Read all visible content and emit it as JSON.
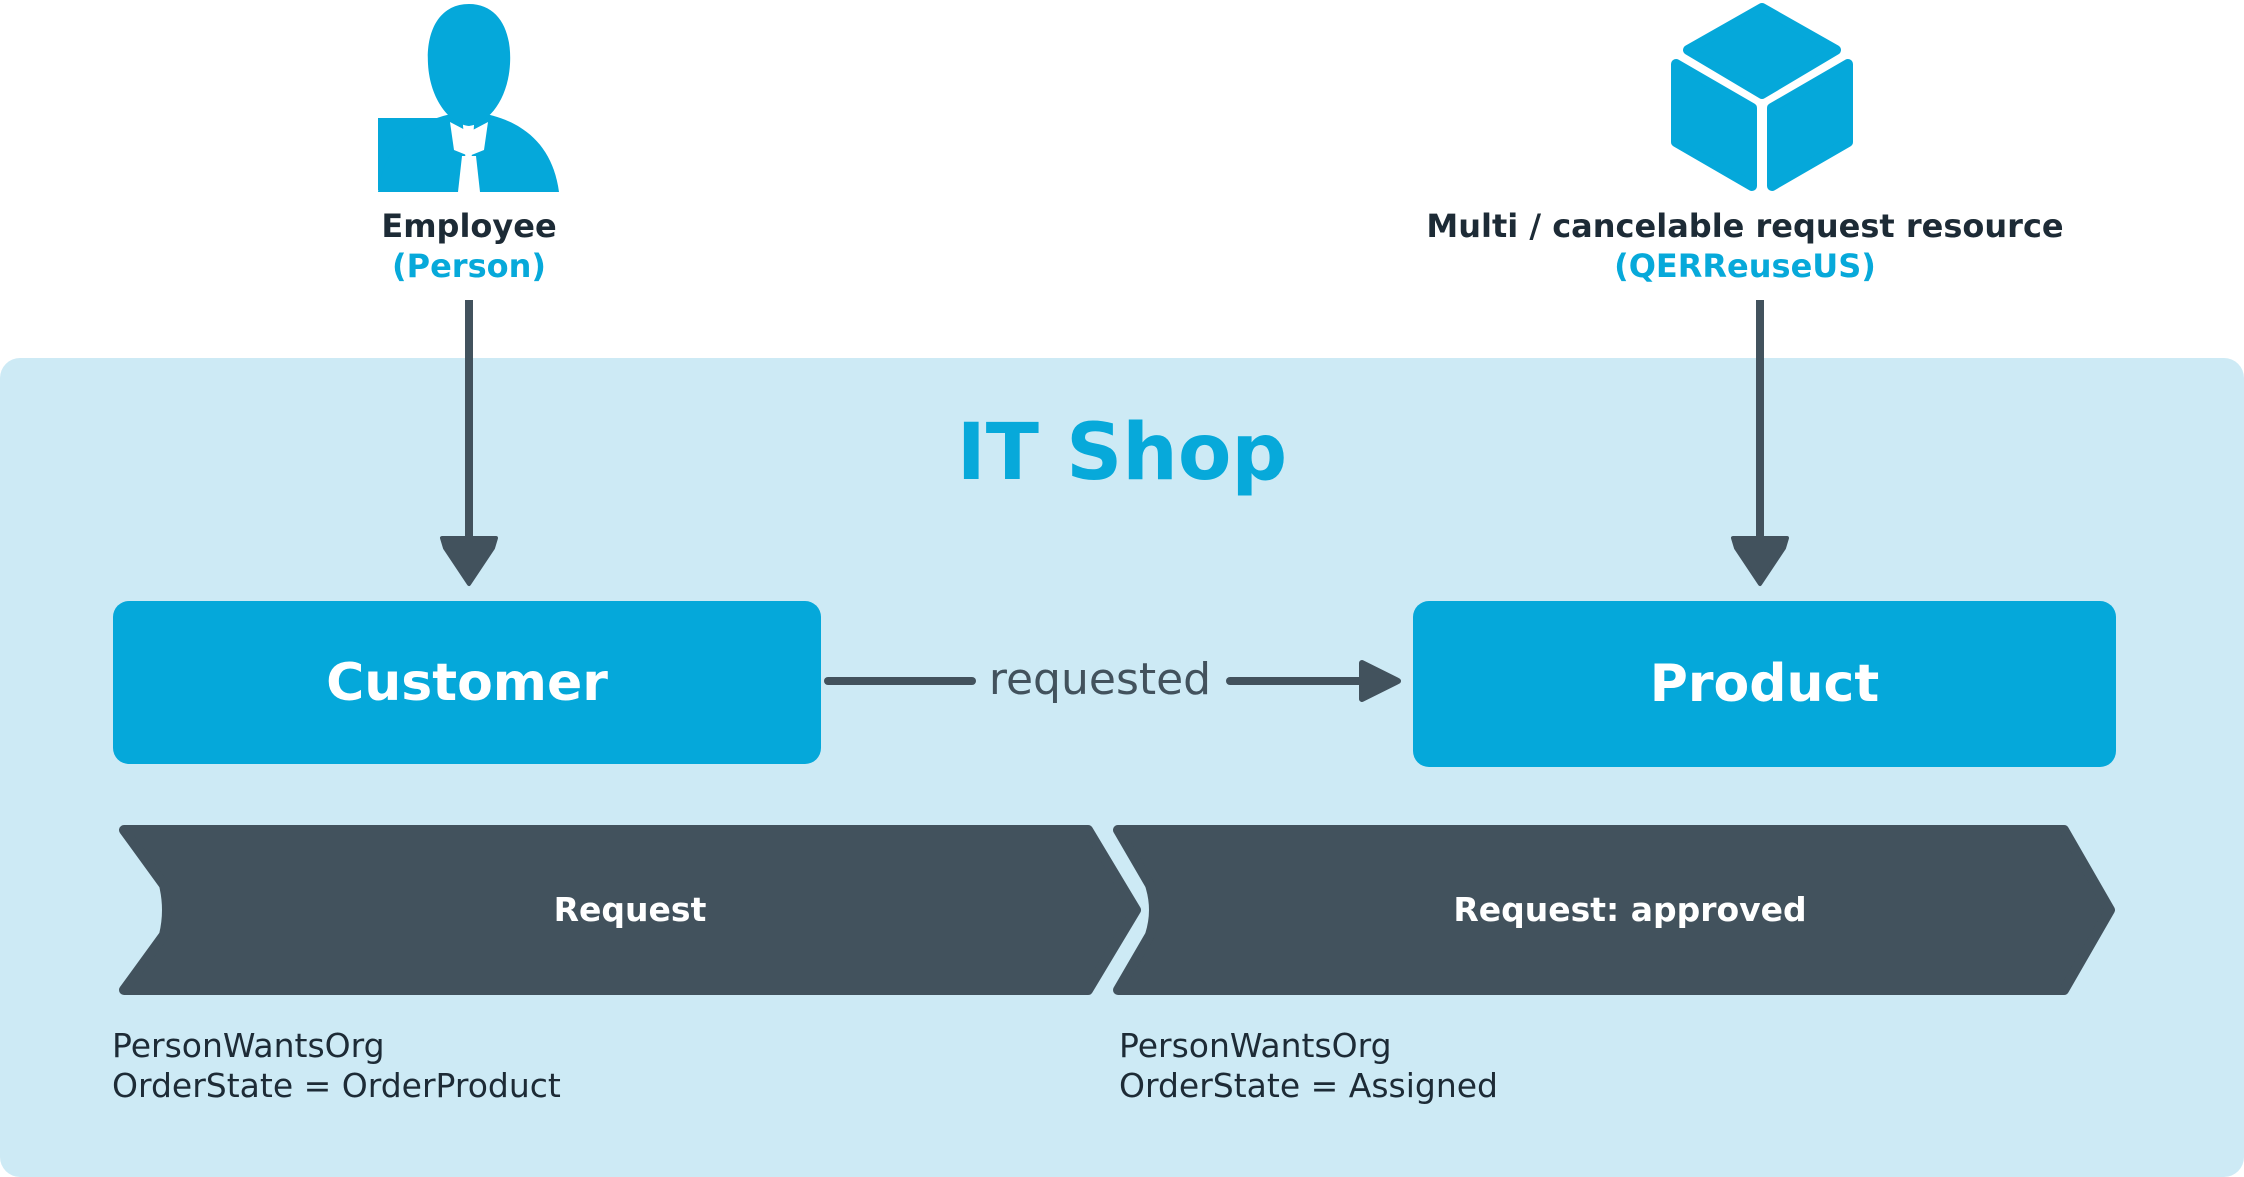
{
  "actors": {
    "employee": {
      "name": "Employee",
      "table": "(Person)",
      "icon": "person-icon"
    },
    "resource": {
      "name": "Multi / cancelable request resource",
      "table": "(QERReuseUS)",
      "icon": "cube-icon"
    }
  },
  "shop": {
    "title": "IT Shop"
  },
  "nodes": {
    "customer": "Customer",
    "product": "Product"
  },
  "relation": {
    "label": "requested"
  },
  "stages": [
    {
      "label": "Request",
      "table": "PersonWantsOrg",
      "state": "OrderState = OrderProduct"
    },
    {
      "label": "Request: approved",
      "table": "PersonWantsOrg",
      "state": "OrderState = Assigned"
    }
  ],
  "colors": {
    "accent": "#05a8da",
    "panel": "#cdeaf5",
    "dark": "#42525d",
    "text": "#1d2b36"
  }
}
